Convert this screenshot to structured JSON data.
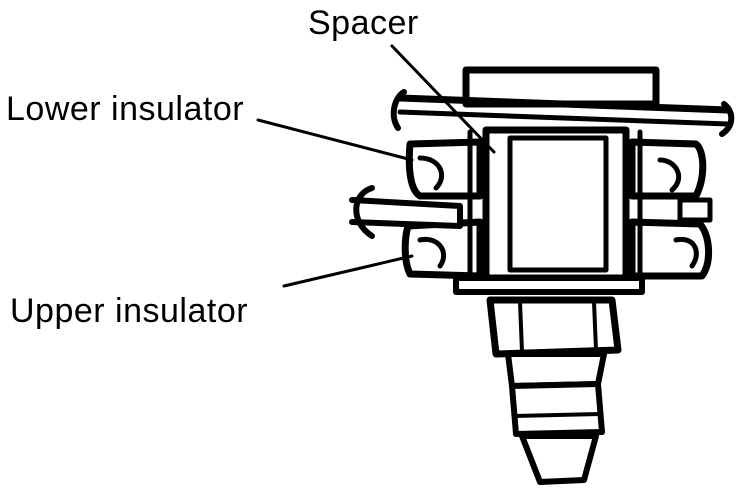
{
  "labels": {
    "spacer": "Spacer",
    "lower_insulator": "Lower insulator",
    "upper_insulator": "Upper insulator"
  },
  "colors": {
    "ink": "#000000",
    "paper": "#ffffff"
  }
}
